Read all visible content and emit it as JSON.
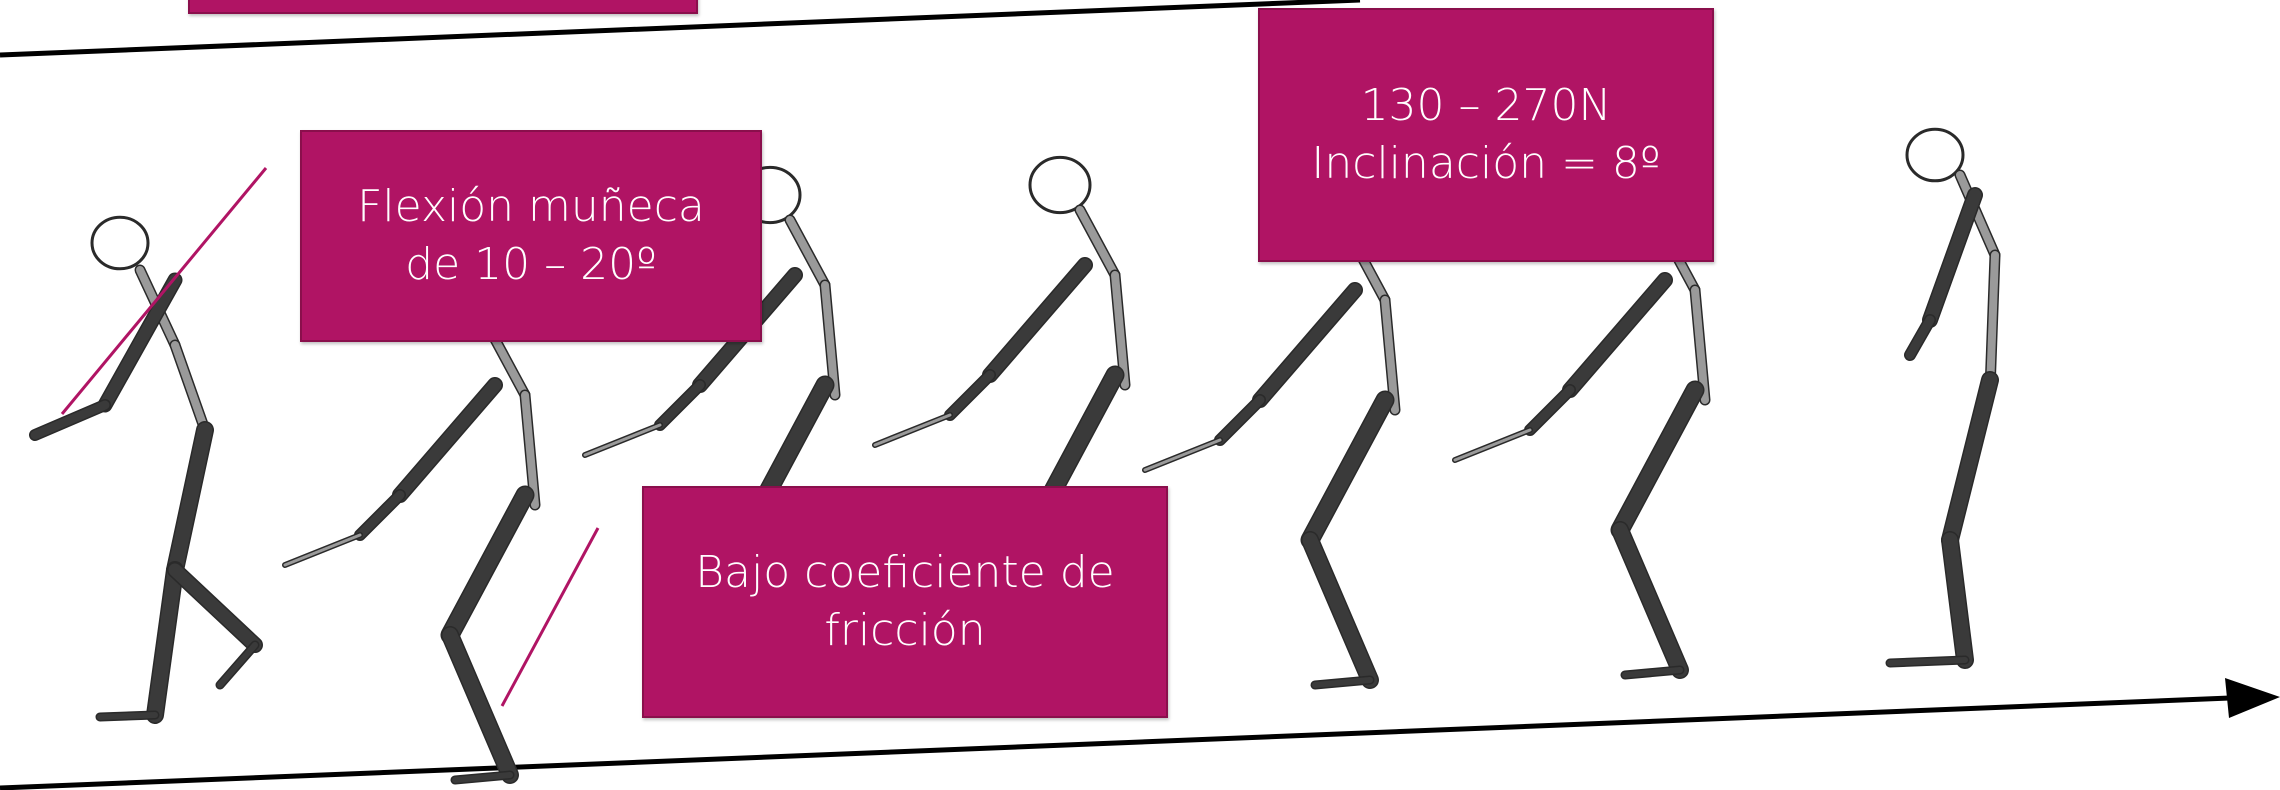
{
  "colors": {
    "accent": "#b01464",
    "accent_border": "#8a0f4c",
    "limb_dark": "#3a3a3a",
    "limb_light": "#9a9a9a",
    "outline": "#2a2a2a",
    "ground": "#000000"
  },
  "callouts": {
    "top_partial": {
      "text": ""
    },
    "wrist": {
      "line1": "Flexión muñeca",
      "line2": "de 10 – 20º"
    },
    "force": {
      "line1": "130 – 270N",
      "line2": "Inclinación = 8º"
    },
    "friction": {
      "line1": "Bajo coeficiente de",
      "line2": "fricción"
    }
  },
  "figures": [
    {
      "name": "stick-figure-1-leaning-back"
    },
    {
      "name": "stick-figure-2-crouched"
    },
    {
      "name": "stick-figure-3-crouched"
    },
    {
      "name": "stick-figure-4-crouched"
    },
    {
      "name": "stick-figure-5-crouched"
    },
    {
      "name": "stick-figure-6-crouched"
    },
    {
      "name": "stick-figure-7-upright"
    }
  ],
  "icons": {
    "ground_upper": "ground-line",
    "ground_lower": "ground-line-arrow",
    "arrowhead": "arrowhead-icon"
  }
}
